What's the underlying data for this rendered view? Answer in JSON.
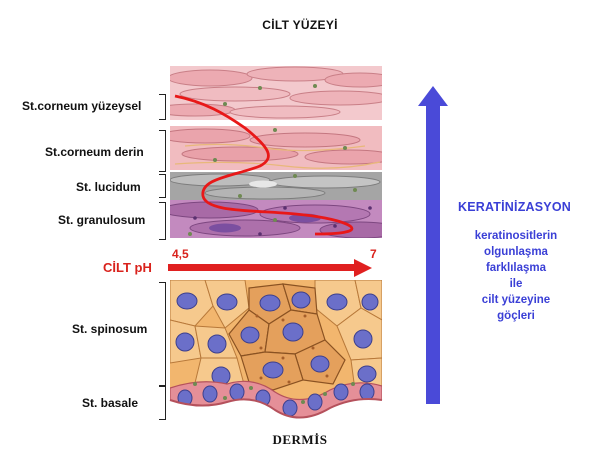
{
  "title": "CİLT YÜZEYİ",
  "layers": [
    {
      "id": "corneum-surface",
      "label": "St.corneum  yüzeysel"
    },
    {
      "id": "corneum-deep",
      "label": "St.corneum derin"
    },
    {
      "id": "lucidum",
      "label": "St. lucidum"
    },
    {
      "id": "granulosum",
      "label": "St. granulosum"
    },
    {
      "id": "spinosum",
      "label": "St. spinosum"
    },
    {
      "id": "basale",
      "label": "St. basale"
    }
  ],
  "ph": {
    "label": "CİLT pH",
    "start": "4,5",
    "end": "7"
  },
  "keratinization": {
    "title": "KERATİNİZASYON",
    "description": [
      "keratinositlerin",
      "olgunlaşma",
      "farklılaşma",
      "ile",
      "cilt yüzeyine",
      "göçleri"
    ]
  },
  "bottom_label": "DERMİS",
  "colors": {
    "ph": "#e02020",
    "keratin_arrow": "#4a4ad8",
    "keratin_text": "#3a3fd6"
  }
}
